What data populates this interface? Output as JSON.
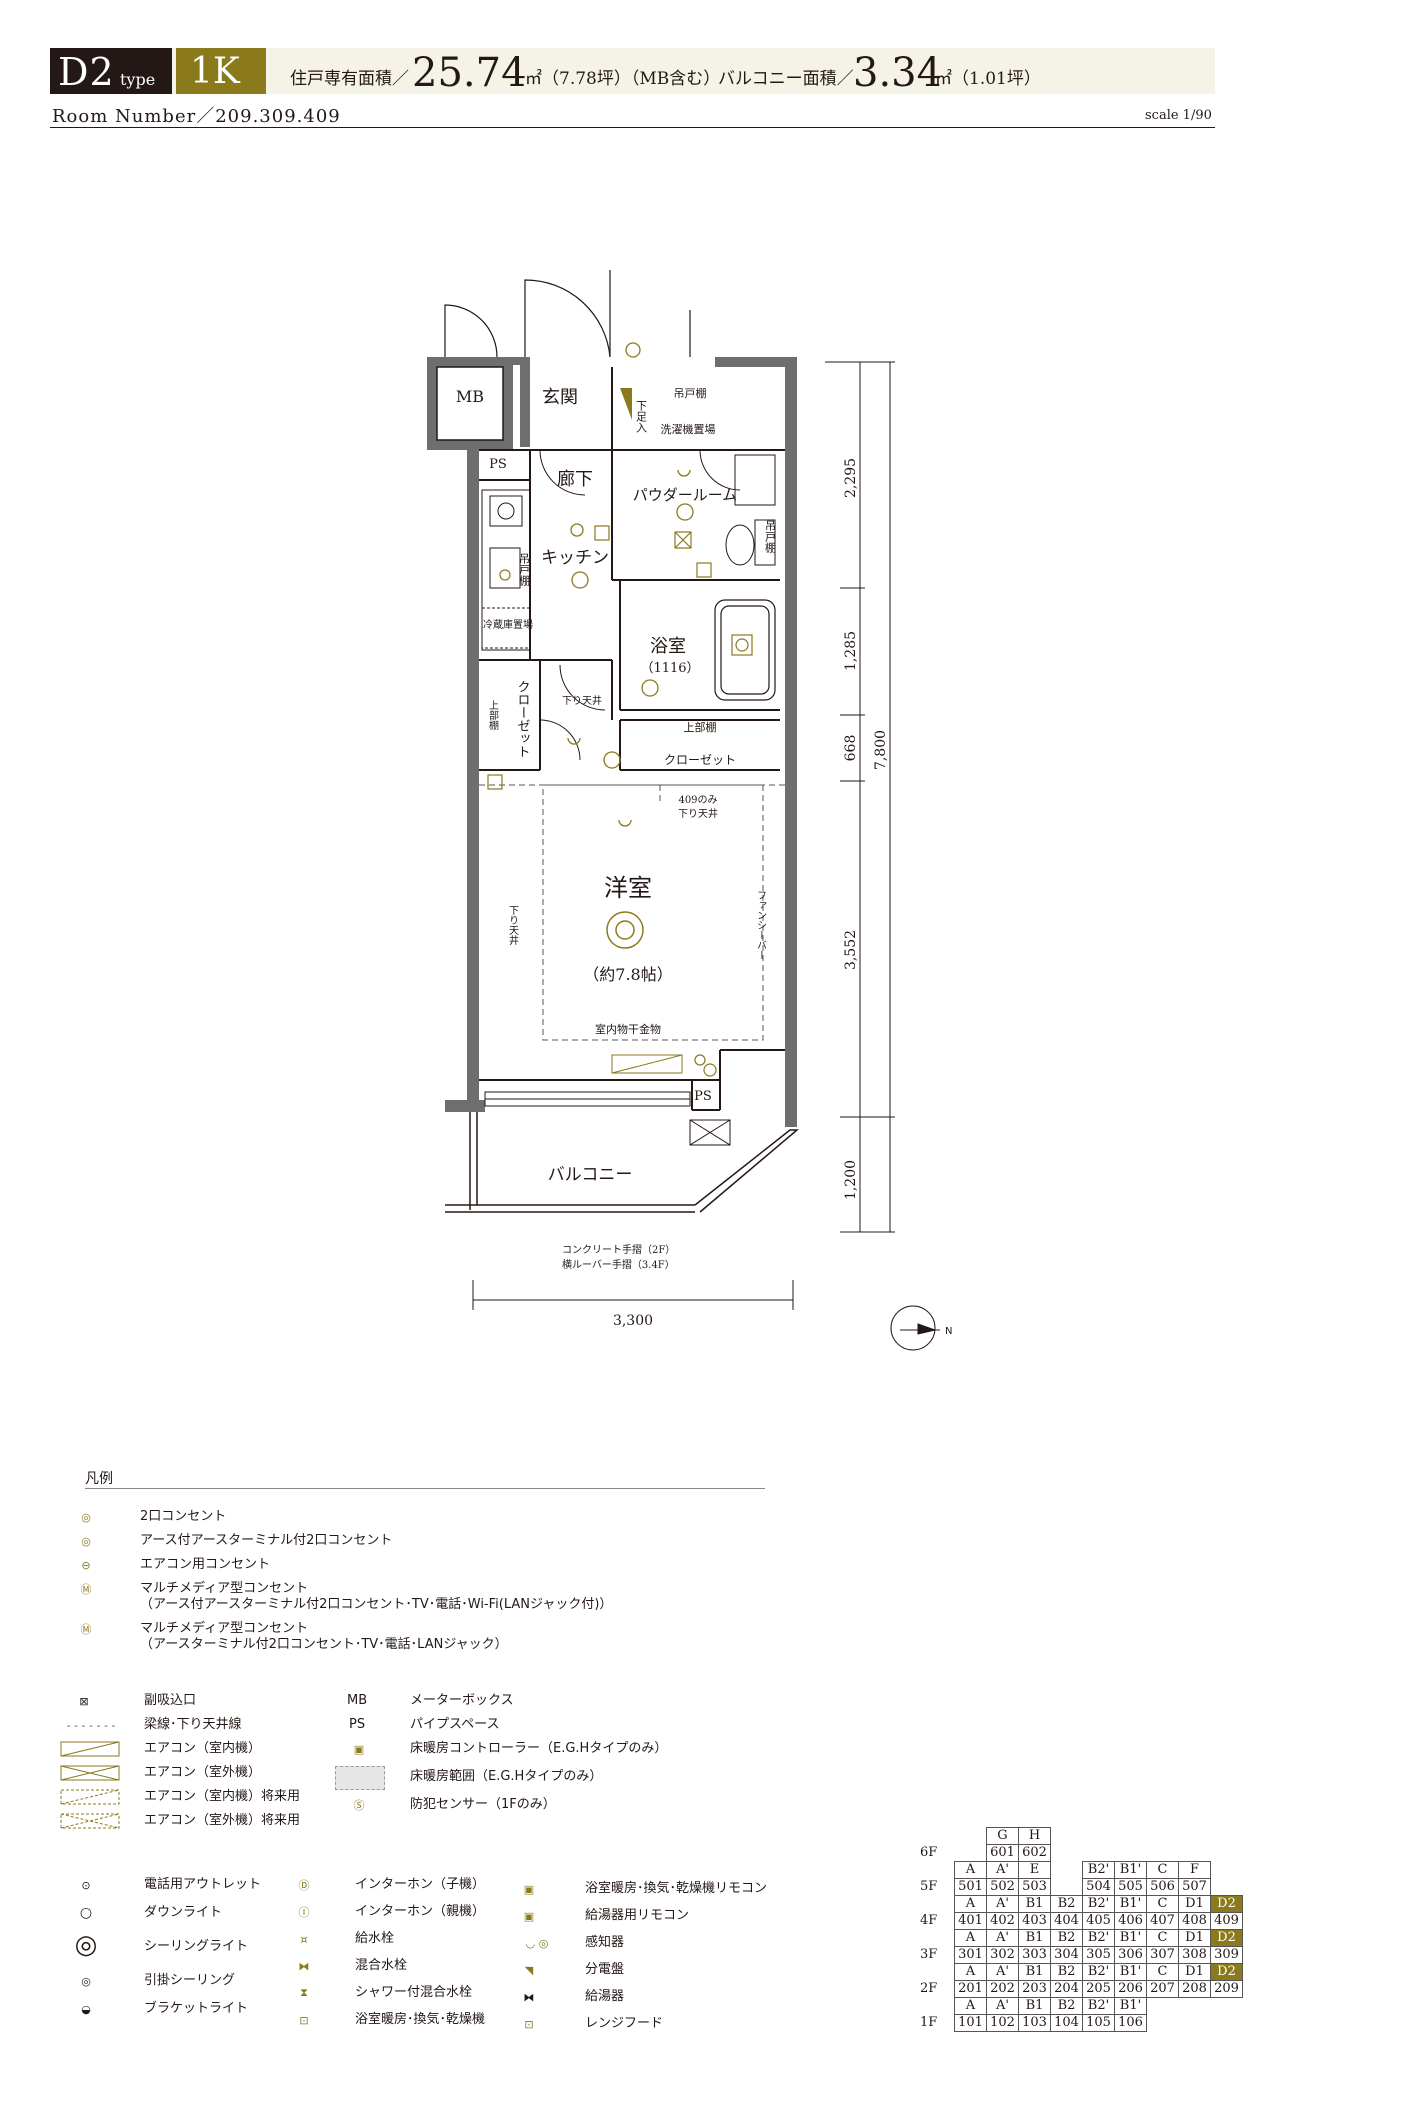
{
  "header": {
    "type_code": "D2",
    "type_word": "type",
    "layout": "1K",
    "private_area_label": "住戸専有面積／",
    "private_area_value": "25.74",
    "private_area_unit": "㎡（7.78坪）（MB含む）",
    "balcony_area_label": "バルコニー面積／",
    "balcony_area_value": "3.34",
    "balcony_area_unit": "㎡（1.01坪）",
    "room_number": "Room Number／209.309.409",
    "scale": "scale 1/90"
  },
  "plan": {
    "rooms": {
      "mb": "MB",
      "ps_top": "PS",
      "ps_bottom": "PS",
      "genkan": "玄関",
      "getabako": "下足入",
      "laundry": "洗濯機置場",
      "laundry_shelf": "吊戸棚",
      "hallway": "廊下",
      "powder": "パウダールーム",
      "powder_shelf": "吊戸棚",
      "kitchen": "キッチン",
      "kitchen_shelf": "吊戸棚",
      "fridge": "冷蔵庫置場",
      "closet_left": "クローゼット",
      "upper_shelf_left": "上部棚",
      "lowered_ceiling_1": "下り天井",
      "bath": "浴室",
      "bath_size": "（1116）",
      "upper_shelf_right": "上部棚",
      "closet_right": "クローゼット",
      "note_409": "409のみ",
      "lowered_ceiling_409": "下り天井",
      "western": "洋室",
      "western_size": "（約7.8帖）",
      "lowered_ceiling_2": "下り天井",
      "fancy_bar": "ファンシーバー",
      "indoor_drying": "室内物干金物",
      "balcony": "バルコニー",
      "handrail_1": "コンクリート手摺（2F）",
      "handrail_2": "横ルーバー手摺（3.4F）"
    },
    "dimensions": {
      "d1": "2,295",
      "d2": "1,285",
      "d3": "668",
      "d4": "3,552",
      "d5": "1,200",
      "total": "7,800",
      "width": "3,300"
    },
    "compass": "N"
  },
  "legend": {
    "title": "凡例",
    "outlets": [
      {
        "icon": "outlet-2-icon",
        "text": "2口コンセント"
      },
      {
        "icon": "outlet-earth-icon",
        "text": "アース付アースターミナル付2口コンセント"
      },
      {
        "icon": "aircon-outlet-icon",
        "text": "エアコン用コンセント"
      },
      {
        "icon": "multimedia-outlet-icon",
        "text": "マルチメディア型コンセント",
        "sub": "（アース付アースターミナル付2口コンセント･TV･電話･Wi-Fi(LANジャック付)）"
      },
      {
        "icon": "multimedia-outlet-2-icon",
        "text": "マルチメディア型コンセント",
        "sub": "（アースターミナル付2口コンセント･TV･電話･LANジャック）"
      }
    ],
    "left_items": [
      {
        "icon": "air-intake-icon",
        "text": "副吸込口"
      },
      {
        "icon": "beam-line-icon",
        "text": "梁線･下り天井線"
      },
      {
        "icon": "aircon-indoor-icon",
        "text": "エアコン（室内機）"
      },
      {
        "icon": "aircon-outdoor-icon",
        "text": "エアコン（室外機）"
      },
      {
        "icon": "aircon-indoor-future-icon",
        "text": "エアコン（室内機）将来用"
      },
      {
        "icon": "aircon-outdoor-future-icon",
        "text": "エアコン（室外機）将来用"
      }
    ],
    "mid_items": [
      {
        "abbr": "MB",
        "text": "メーターボックス"
      },
      {
        "abbr": "PS",
        "text": "パイプスペース"
      },
      {
        "icon": "floor-heating-controller-icon",
        "text": "床暖房コントローラー（E.G.Hタイプのみ）"
      },
      {
        "icon": "floor-heating-area-icon",
        "text": "床暖房範囲（E.G.Hタイプのみ）"
      },
      {
        "icon": "security-sensor-icon",
        "text": "防犯センサー（1Fのみ）"
      }
    ],
    "col1": [
      {
        "icon": "phone-outlet-icon",
        "text": "電話用アウトレット"
      },
      {
        "icon": "downlight-icon",
        "text": "ダウンライト"
      },
      {
        "icon": "ceiling-light-icon",
        "text": "シーリングライト"
      },
      {
        "icon": "hook-ceiling-icon",
        "text": "引掛シーリング"
      },
      {
        "icon": "bracket-light-icon",
        "text": "ブラケットライト"
      }
    ],
    "col2": [
      {
        "icon": "intercom-child-icon",
        "text": "インターホン（子機）"
      },
      {
        "icon": "intercom-parent-icon",
        "text": "インターホン（親機）"
      },
      {
        "icon": "water-tap-icon",
        "text": "給水栓"
      },
      {
        "icon": "mixing-tap-icon",
        "text": "混合水栓"
      },
      {
        "icon": "shower-tap-icon",
        "text": "シャワー付混合水栓"
      },
      {
        "icon": "bath-dryer-icon",
        "text": "浴室暖房･換気･乾燥機"
      }
    ],
    "col3": [
      {
        "icon": "bath-remote-icon",
        "text": "浴室暖房･換気･乾燥機リモコン"
      },
      {
        "icon": "water-heater-remote-icon",
        "text": "給湯器用リモコン"
      },
      {
        "icon": "sensor-icon",
        "text": "感知器"
      },
      {
        "icon": "distribution-board-icon",
        "text": "分電盤"
      },
      {
        "icon": "water-heater-icon",
        "text": "給湯器"
      },
      {
        "icon": "range-hood-icon",
        "text": "レンジフード"
      }
    ]
  },
  "floor_table": {
    "rows": [
      {
        "floor": "",
        "cells": [
          "",
          "G",
          "H",
          "",
          "",
          "",
          "",
          "",
          ""
        ]
      },
      {
        "floor": "6F",
        "cells": [
          "",
          "601",
          "602",
          "",
          "",
          "",
          "",
          "",
          ""
        ]
      },
      {
        "floor": "",
        "cells": [
          "A",
          "A'",
          "E",
          "",
          "B2'",
          "B1'",
          "C",
          "F",
          ""
        ]
      },
      {
        "floor": "5F",
        "cells": [
          "501",
          "502",
          "503",
          "",
          "504",
          "505",
          "506",
          "507",
          ""
        ]
      },
      {
        "floor": "",
        "cells": [
          "A",
          "A'",
          "B1",
          "B2",
          "B2'",
          "B1'",
          "C",
          "D1",
          "D2"
        ]
      },
      {
        "floor": "4F",
        "cells": [
          "401",
          "402",
          "403",
          "404",
          "405",
          "406",
          "407",
          "408",
          "409"
        ]
      },
      {
        "floor": "",
        "cells": [
          "A",
          "A'",
          "B1",
          "B2",
          "B2'",
          "B1'",
          "C",
          "D1",
          "D2"
        ]
      },
      {
        "floor": "3F",
        "cells": [
          "301",
          "302",
          "303",
          "304",
          "305",
          "306",
          "307",
          "308",
          "309"
        ]
      },
      {
        "floor": "",
        "cells": [
          "A",
          "A'",
          "B1",
          "B2",
          "B2'",
          "B1'",
          "C",
          "D1",
          "D2"
        ]
      },
      {
        "floor": "2F",
        "cells": [
          "201",
          "202",
          "203",
          "204",
          "205",
          "206",
          "207",
          "208",
          "209"
        ]
      },
      {
        "floor": "",
        "cells": [
          "A",
          "A'",
          "B1",
          "B2",
          "B2'",
          "B1'",
          "",
          "",
          ""
        ]
      },
      {
        "floor": "1F",
        "cells": [
          "101",
          "102",
          "103",
          "104",
          "105",
          "106",
          "",
          "",
          ""
        ]
      }
    ]
  },
  "colors": {
    "accent": "#8a7a1c",
    "dark": "#231815",
    "band": "#f5f3e8",
    "wall": "#6e6e6e"
  }
}
